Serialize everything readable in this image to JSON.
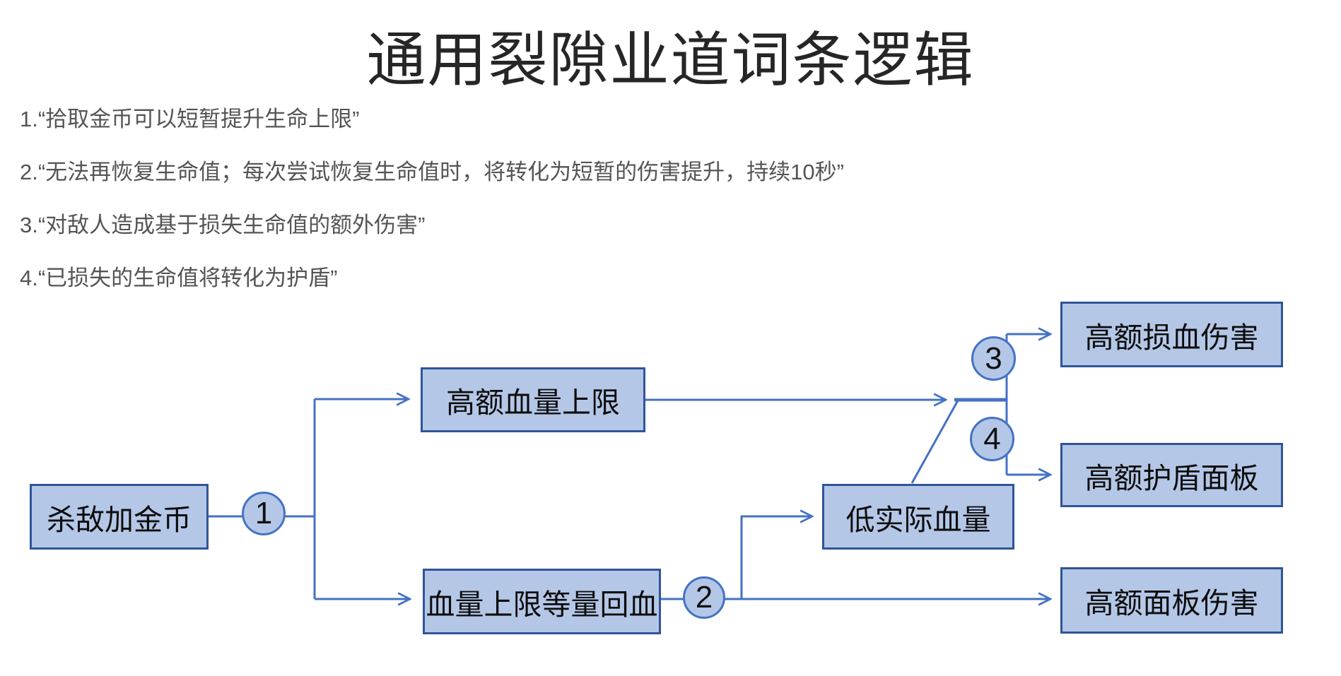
{
  "title": "通用裂隙业道词条逻辑",
  "notes": [
    {
      "text": "1.“拾取金币可以短暂提升生命上限”"
    },
    {
      "text": "2.“无法再恢复生命值；每次尝试恢复生命值时，将转化为短暂的伤害提升，持续10秒”"
    },
    {
      "text": "3.“对敌人造成基于损失生命值的额外伤害”"
    },
    {
      "text": "4.“已损失的生命值将转化为护盾”"
    }
  ],
  "flowchart": {
    "nodes": [
      {
        "id": "kill-gold",
        "label": "杀敌加金币"
      },
      {
        "id": "hp-cap",
        "label": "高额血量上限"
      },
      {
        "id": "heal-equal",
        "label": "血量上限等量回血"
      },
      {
        "id": "low-hp",
        "label": "低实际血量"
      },
      {
        "id": "loss-damage",
        "label": "高额损血伤害"
      },
      {
        "id": "shield-panel",
        "label": "高额护盾面板"
      },
      {
        "id": "panel-damage",
        "label": "高额面板伤害"
      }
    ],
    "badges": [
      {
        "label": "1"
      },
      {
        "label": "2"
      },
      {
        "label": "3"
      },
      {
        "label": "4"
      }
    ],
    "edges": [
      {
        "from": "杀敌加金币",
        "to": "高额血量上限",
        "via": "1"
      },
      {
        "from": "杀敌加金币",
        "to": "血量上限等量回血",
        "via": "1"
      },
      {
        "from": "血量上限等量回血",
        "to": "低实际血量",
        "via": "2"
      },
      {
        "from": "血量上限等量回血",
        "to": "高额面板伤害",
        "via": "2"
      },
      {
        "from": "高额血量上限",
        "to": "合流点"
      },
      {
        "from": "低实际血量",
        "to": "合流点"
      },
      {
        "from": "合流点",
        "to": "高额损血伤害",
        "via": "3"
      },
      {
        "from": "合流点",
        "to": "高额护盾面板",
        "via": "4"
      }
    ],
    "colors": {
      "node_fill": "#b4c7e7",
      "node_border": "#2f5597",
      "line": "#4472c4"
    }
  }
}
